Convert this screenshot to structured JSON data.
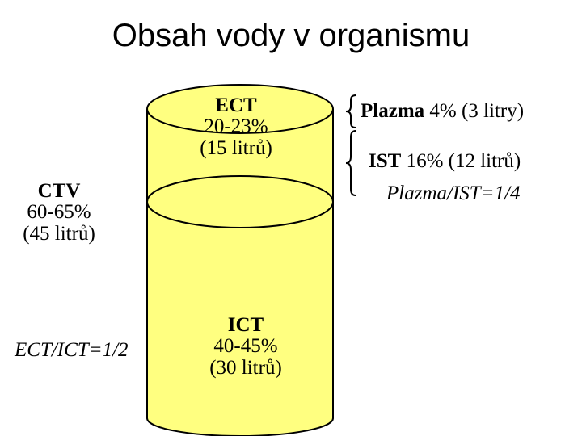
{
  "title": "Obsah vody v organismu",
  "ect": {
    "name": "ECT",
    "percent": "20-23%",
    "volume": "(15 litrů)"
  },
  "ict": {
    "name": "ICT",
    "percent": "40-45%",
    "volume": "(30 litrů)"
  },
  "ctv": {
    "name": "CTV",
    "percent": "60-65%",
    "volume": "(45 litrů)"
  },
  "ratio_ect_ict": "ECT/ICT=1/2",
  "plazma": {
    "name": "Plazma",
    "value": "4% (3 litry)"
  },
  "ist": {
    "name": "IST",
    "value": "16% (12 litrů)"
  },
  "ratio_plazma_ist": "Plazma/IST=1/4",
  "colors": {
    "cylinder_fill": "#ffff80",
    "outline": "#000000",
    "background": "#ffffff"
  }
}
